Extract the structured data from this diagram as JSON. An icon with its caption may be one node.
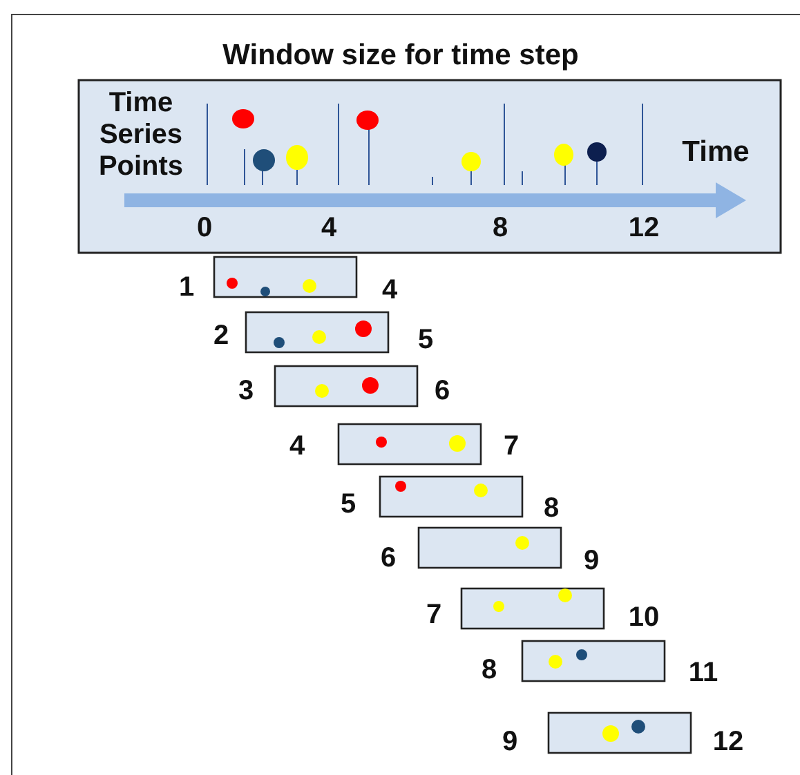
{
  "diagram": {
    "title": "Window size for time step",
    "labels": [
      "Time Series Points",
      "Time",
      "0",
      "4",
      "8",
      "12",
      "1",
      "4",
      "2",
      "5",
      "3",
      "6",
      "4",
      "7",
      "5",
      "8",
      "6",
      "9",
      "7",
      "10",
      "8",
      "11",
      "9",
      "12"
    ]
  }
}
